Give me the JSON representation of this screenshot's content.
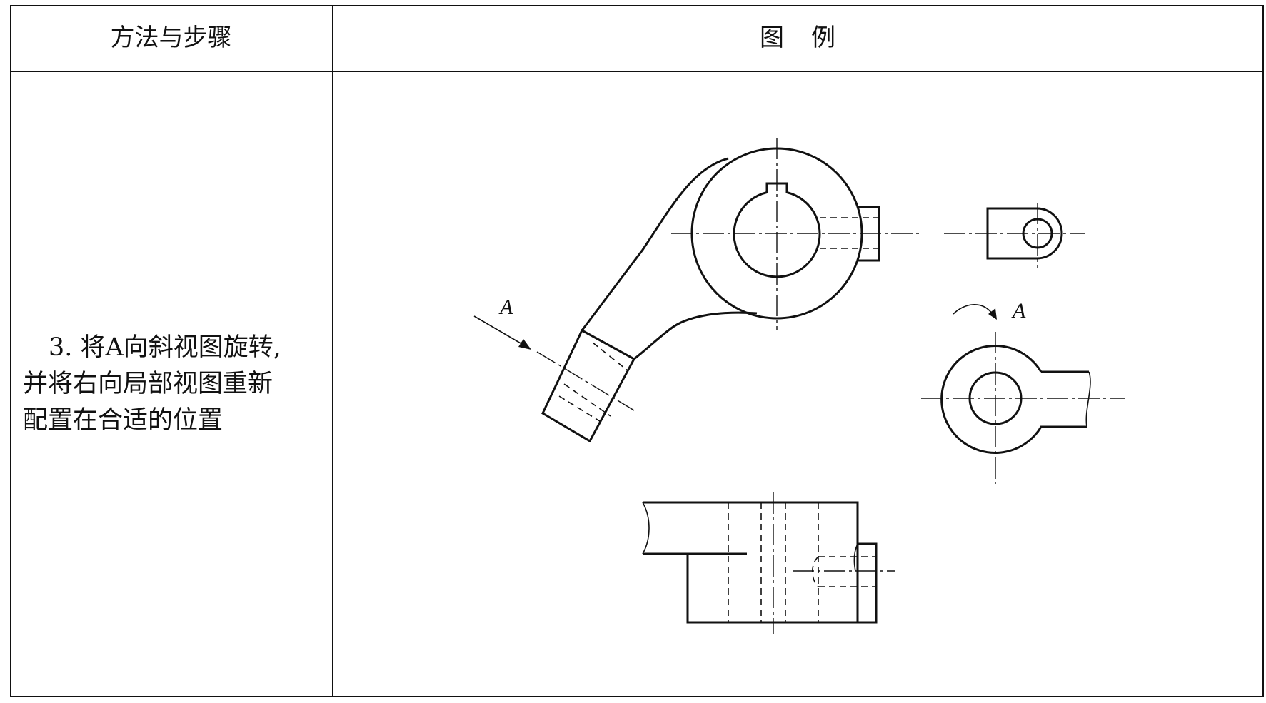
{
  "table": {
    "header_left": "方法与步骤",
    "header_right": "图　例"
  },
  "step": {
    "line1": "3. 将A向斜视图旋转,",
    "line2": "并将右向局部视图重新",
    "line3": "配置在合适的位置"
  },
  "figure": {
    "view_label_main": "A",
    "view_label_rotated": "A"
  }
}
